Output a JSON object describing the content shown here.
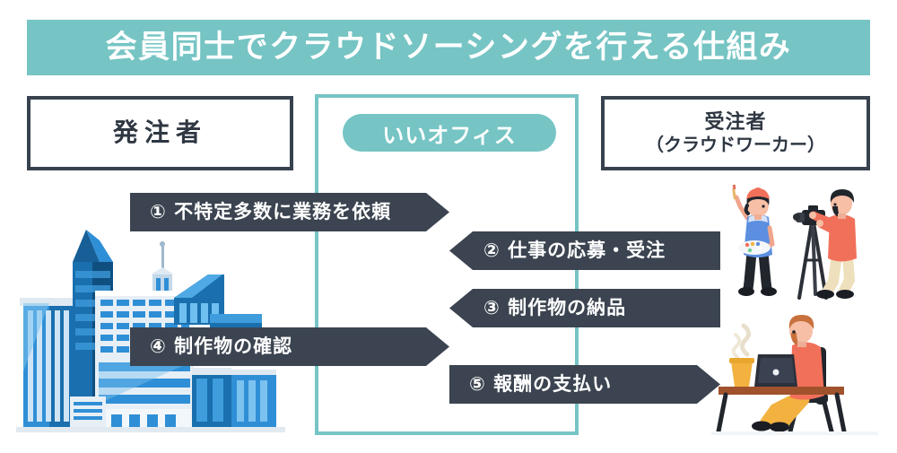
{
  "title": {
    "text": "会員同士でクラウドソーシングを行える仕組み",
    "background_color": "#76c4c4",
    "text_color": "#ffffff"
  },
  "colors": {
    "teal": "#76c4c4",
    "navy": "#3b4450",
    "navy_dark": "#38424f",
    "white": "#ffffff",
    "building_blue": "#2f8fd6",
    "accent_orange": "#f1705a"
  },
  "columns": {
    "left": {
      "header": "発注者",
      "illustration": "city-buildings-illustration"
    },
    "center": {
      "badge": "いいオフィス",
      "frame_color": "#76c4c4"
    },
    "right": {
      "header_line1": "受注者",
      "header_line2": "（クラウドワーカー）",
      "illustration_top": "painter-and-photographer-illustration",
      "illustration_bottom": "man-working-at-laptop-illustration"
    }
  },
  "flows": [
    {
      "id": 1,
      "label": "① 不特定多数に業務を依頼",
      "direction": "right",
      "from": "発注者",
      "to": "受注者"
    },
    {
      "id": 2,
      "label": "② 仕事の応募・受注",
      "direction": "left",
      "from": "受注者",
      "to": "発注者"
    },
    {
      "id": 3,
      "label": "③ 制作物の納品",
      "direction": "left",
      "from": "受注者",
      "to": "発注者"
    },
    {
      "id": 4,
      "label": "④ 制作物の確認",
      "direction": "right",
      "from": "発注者",
      "to": "受注者"
    },
    {
      "id": 5,
      "label": "⑤ 報酬の支払い",
      "direction": "right",
      "from": "発注者",
      "to": "受注者"
    }
  ]
}
